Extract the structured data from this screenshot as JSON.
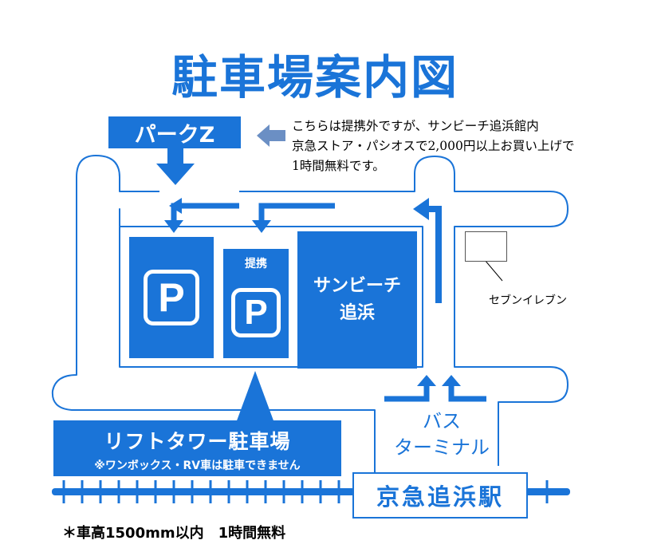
{
  "title": "駐車場案内図",
  "note": {
    "lines": [
      "こちらは提携外ですが、サンビーチ追浜館内",
      "京急ストア・パシオスで2,000円以上お買い上げで",
      "1時間無料です。"
    ]
  },
  "park_z": "パークZ",
  "lot_tie_label": "提携",
  "parking_symbol": "P",
  "sunbeach": {
    "line1": "サンビーチ",
    "line2": "追浜"
  },
  "lift_tower": {
    "name": "リフトタワー駐車場",
    "note": "※ワンボックス・RV車は駐車できません"
  },
  "bus_terminal": {
    "line1": "バス",
    "line2": "ターミナル"
  },
  "station": "京急追浜駅",
  "seven_eleven": "セブンイレブン",
  "footnote": "＊車高1500mm以内　1時間無料",
  "colors": {
    "brand_blue": "#1a74d8",
    "road_outline": "#1a74d8",
    "arrow_gray": "#6b8fc4"
  }
}
